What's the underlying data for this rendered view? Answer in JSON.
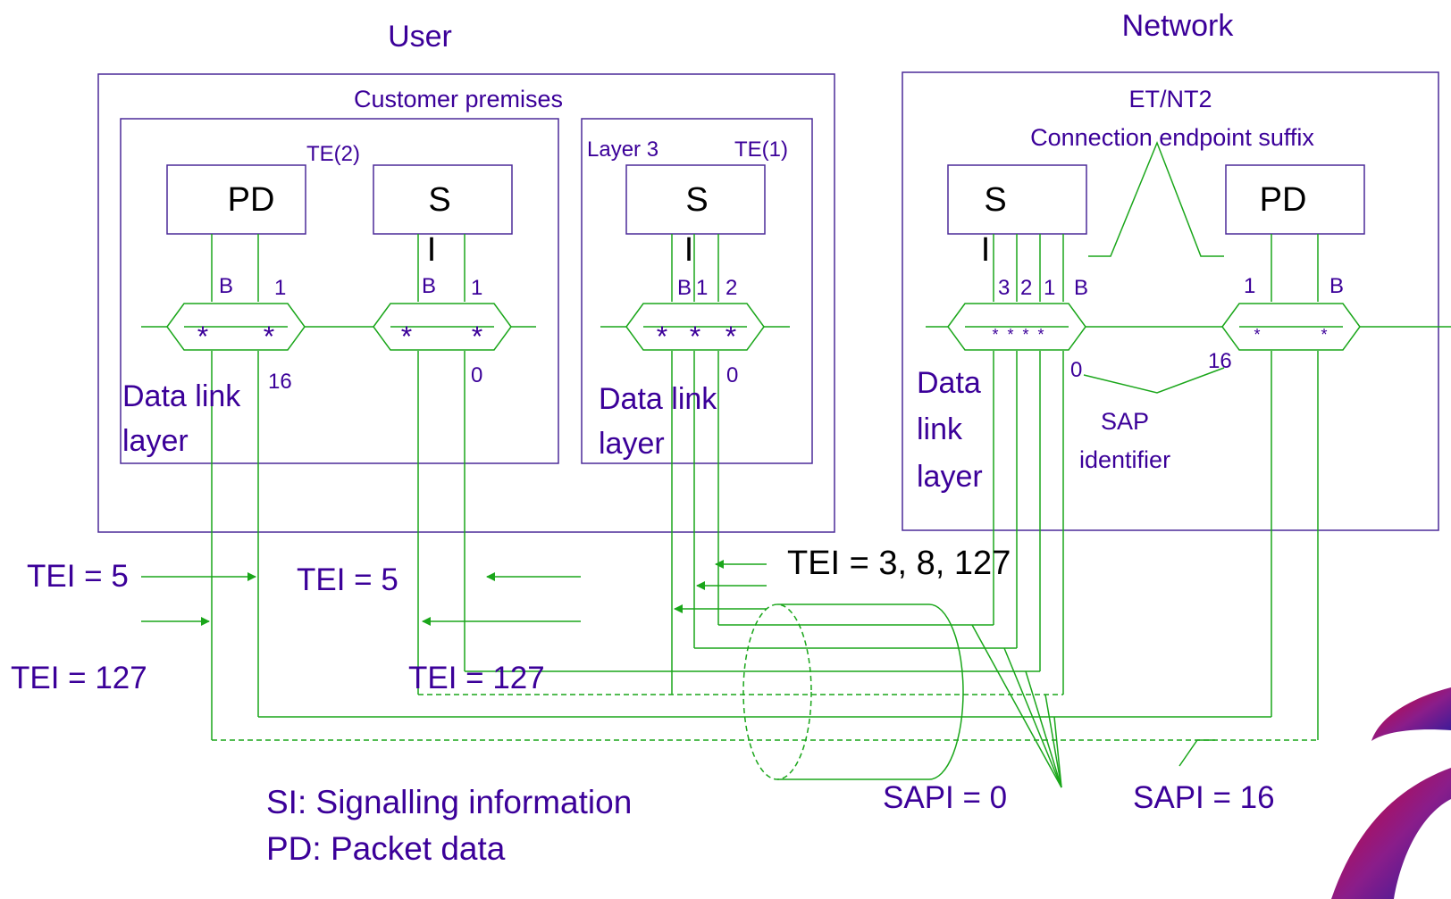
{
  "colors": {
    "accent": "#3b0099",
    "line": "#1aa61a",
    "box": "#4b2a99",
    "ink": "#000000"
  },
  "headers": {
    "user": "User",
    "network": "Network"
  },
  "user_side": {
    "customer_premises": "Customer premises",
    "te2_label": "TE(2)",
    "te1_label": "TE(1)",
    "layer3_label": "Layer 3",
    "pd_box": "PD",
    "si_box_top": "S",
    "si_box_bottom": "I",
    "si_box2_top": "S",
    "si_box2_bottom": "I",
    "te2_pd_left": "B",
    "te2_pd_right": "1",
    "te2_si_left": "B",
    "te2_si_right": "1",
    "te1_b": "B",
    "te1_1": "1",
    "te1_2": "2",
    "sap_16": "16",
    "sap_0a": "0",
    "sap_0b": "0",
    "dl_left_1": "Data link",
    "dl_left_2": "layer",
    "dl_mid_1": "Data link",
    "dl_mid_2": "layer"
  },
  "network_side": {
    "et_nt2": "ET/NT2",
    "ces": "Connection endpoint suffix",
    "si_box_top": "S",
    "si_box_bottom": "I",
    "pd_box": "PD",
    "suffix_3": "3",
    "suffix_2": "2",
    "suffix_1": "1",
    "suffix_b": "B",
    "pd_1": "1",
    "pd_b": "B",
    "sap_0": "0",
    "sap_16": "16",
    "sap_identifier_1": "SAP",
    "sap_identifier_2": "identifier",
    "dl_1": "Data",
    "dl_2": "link",
    "dl_3": "layer"
  },
  "tei": {
    "tei5_left": "TEI = 5",
    "tei127_left": "TEI = 127",
    "tei5_mid": "TEI = 5",
    "tei127_mid": "TEI = 127",
    "tei_te1": "TEI = 3, 8, 127"
  },
  "sapi": {
    "sapi0": "SAPI = 0",
    "sapi16": "SAPI = 16"
  },
  "legend": {
    "si": "SI: Signalling information",
    "pd": "PD: Packet data"
  }
}
